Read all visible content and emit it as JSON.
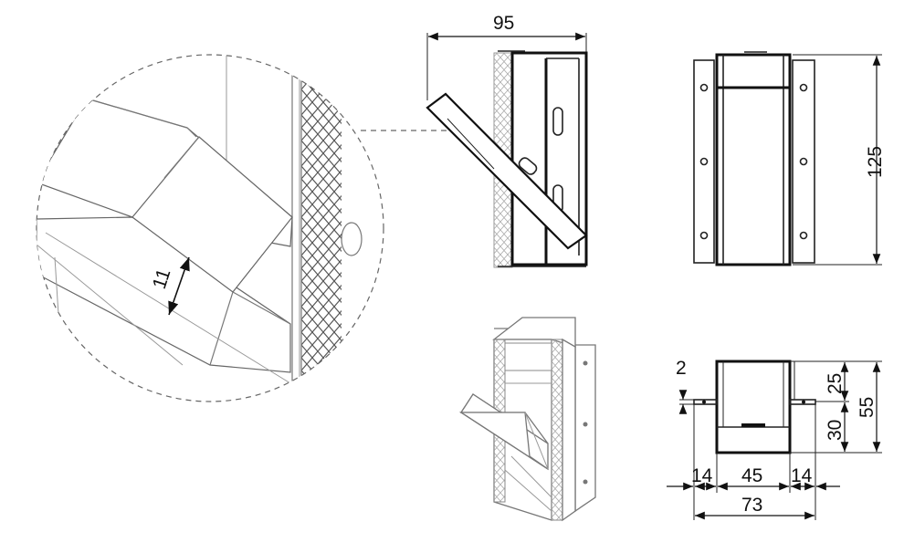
{
  "drawing": {
    "detail_view": {
      "dimension": "11"
    },
    "side_view": {
      "width": "95"
    },
    "front_view": {
      "height": "125"
    },
    "top_view": {
      "wall": "2",
      "upper": "25",
      "lower": "30",
      "total_height": "55",
      "flange_left": "14",
      "inner_width": "45",
      "flange_right": "14",
      "total_width": "73"
    }
  }
}
